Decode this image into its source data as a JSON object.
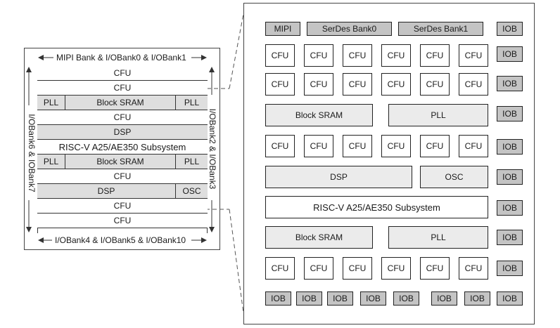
{
  "small": {
    "top_label": "MIPI Bank & I/OBank0 & I/OBank1",
    "bottom_label": "I/OBank4 & I/OBank5 & I/OBank10",
    "left_label": "I/OBank6 & IOBank7",
    "right_label": "I/OBank2 & I/OBank3",
    "rows": {
      "r1": "CFU",
      "r2": "CFU",
      "r3_left": "PLL",
      "r3_mid": "Block SRAM",
      "r3_right": "PLL",
      "r4": "CFU",
      "r5": "DSP",
      "r6": "RISC-V A25/AE350 Subsystem",
      "r7_left": "PLL",
      "r7_mid": "Block SRAM",
      "r7_right": "PLL",
      "r8": "CFU",
      "r9_mid": "DSP",
      "r9_right": "OSC",
      "r10": "CFU",
      "r11": "CFU"
    }
  },
  "big": {
    "top": [
      "MIPI",
      "SerDes Bank0",
      "SerDes Bank1",
      "IOB"
    ],
    "cfu": "CFU",
    "iob": "IOB",
    "block_sram": "Block SRAM",
    "pll": "PLL",
    "dsp": "DSP",
    "osc": "OSC",
    "riscv": "RISC-V A25/AE350 Subsystem",
    "bottom": [
      "IOB",
      "IOB",
      "IOB",
      "IOB",
      "IOB",
      "IOB",
      "IOB",
      "IOB"
    ]
  }
}
